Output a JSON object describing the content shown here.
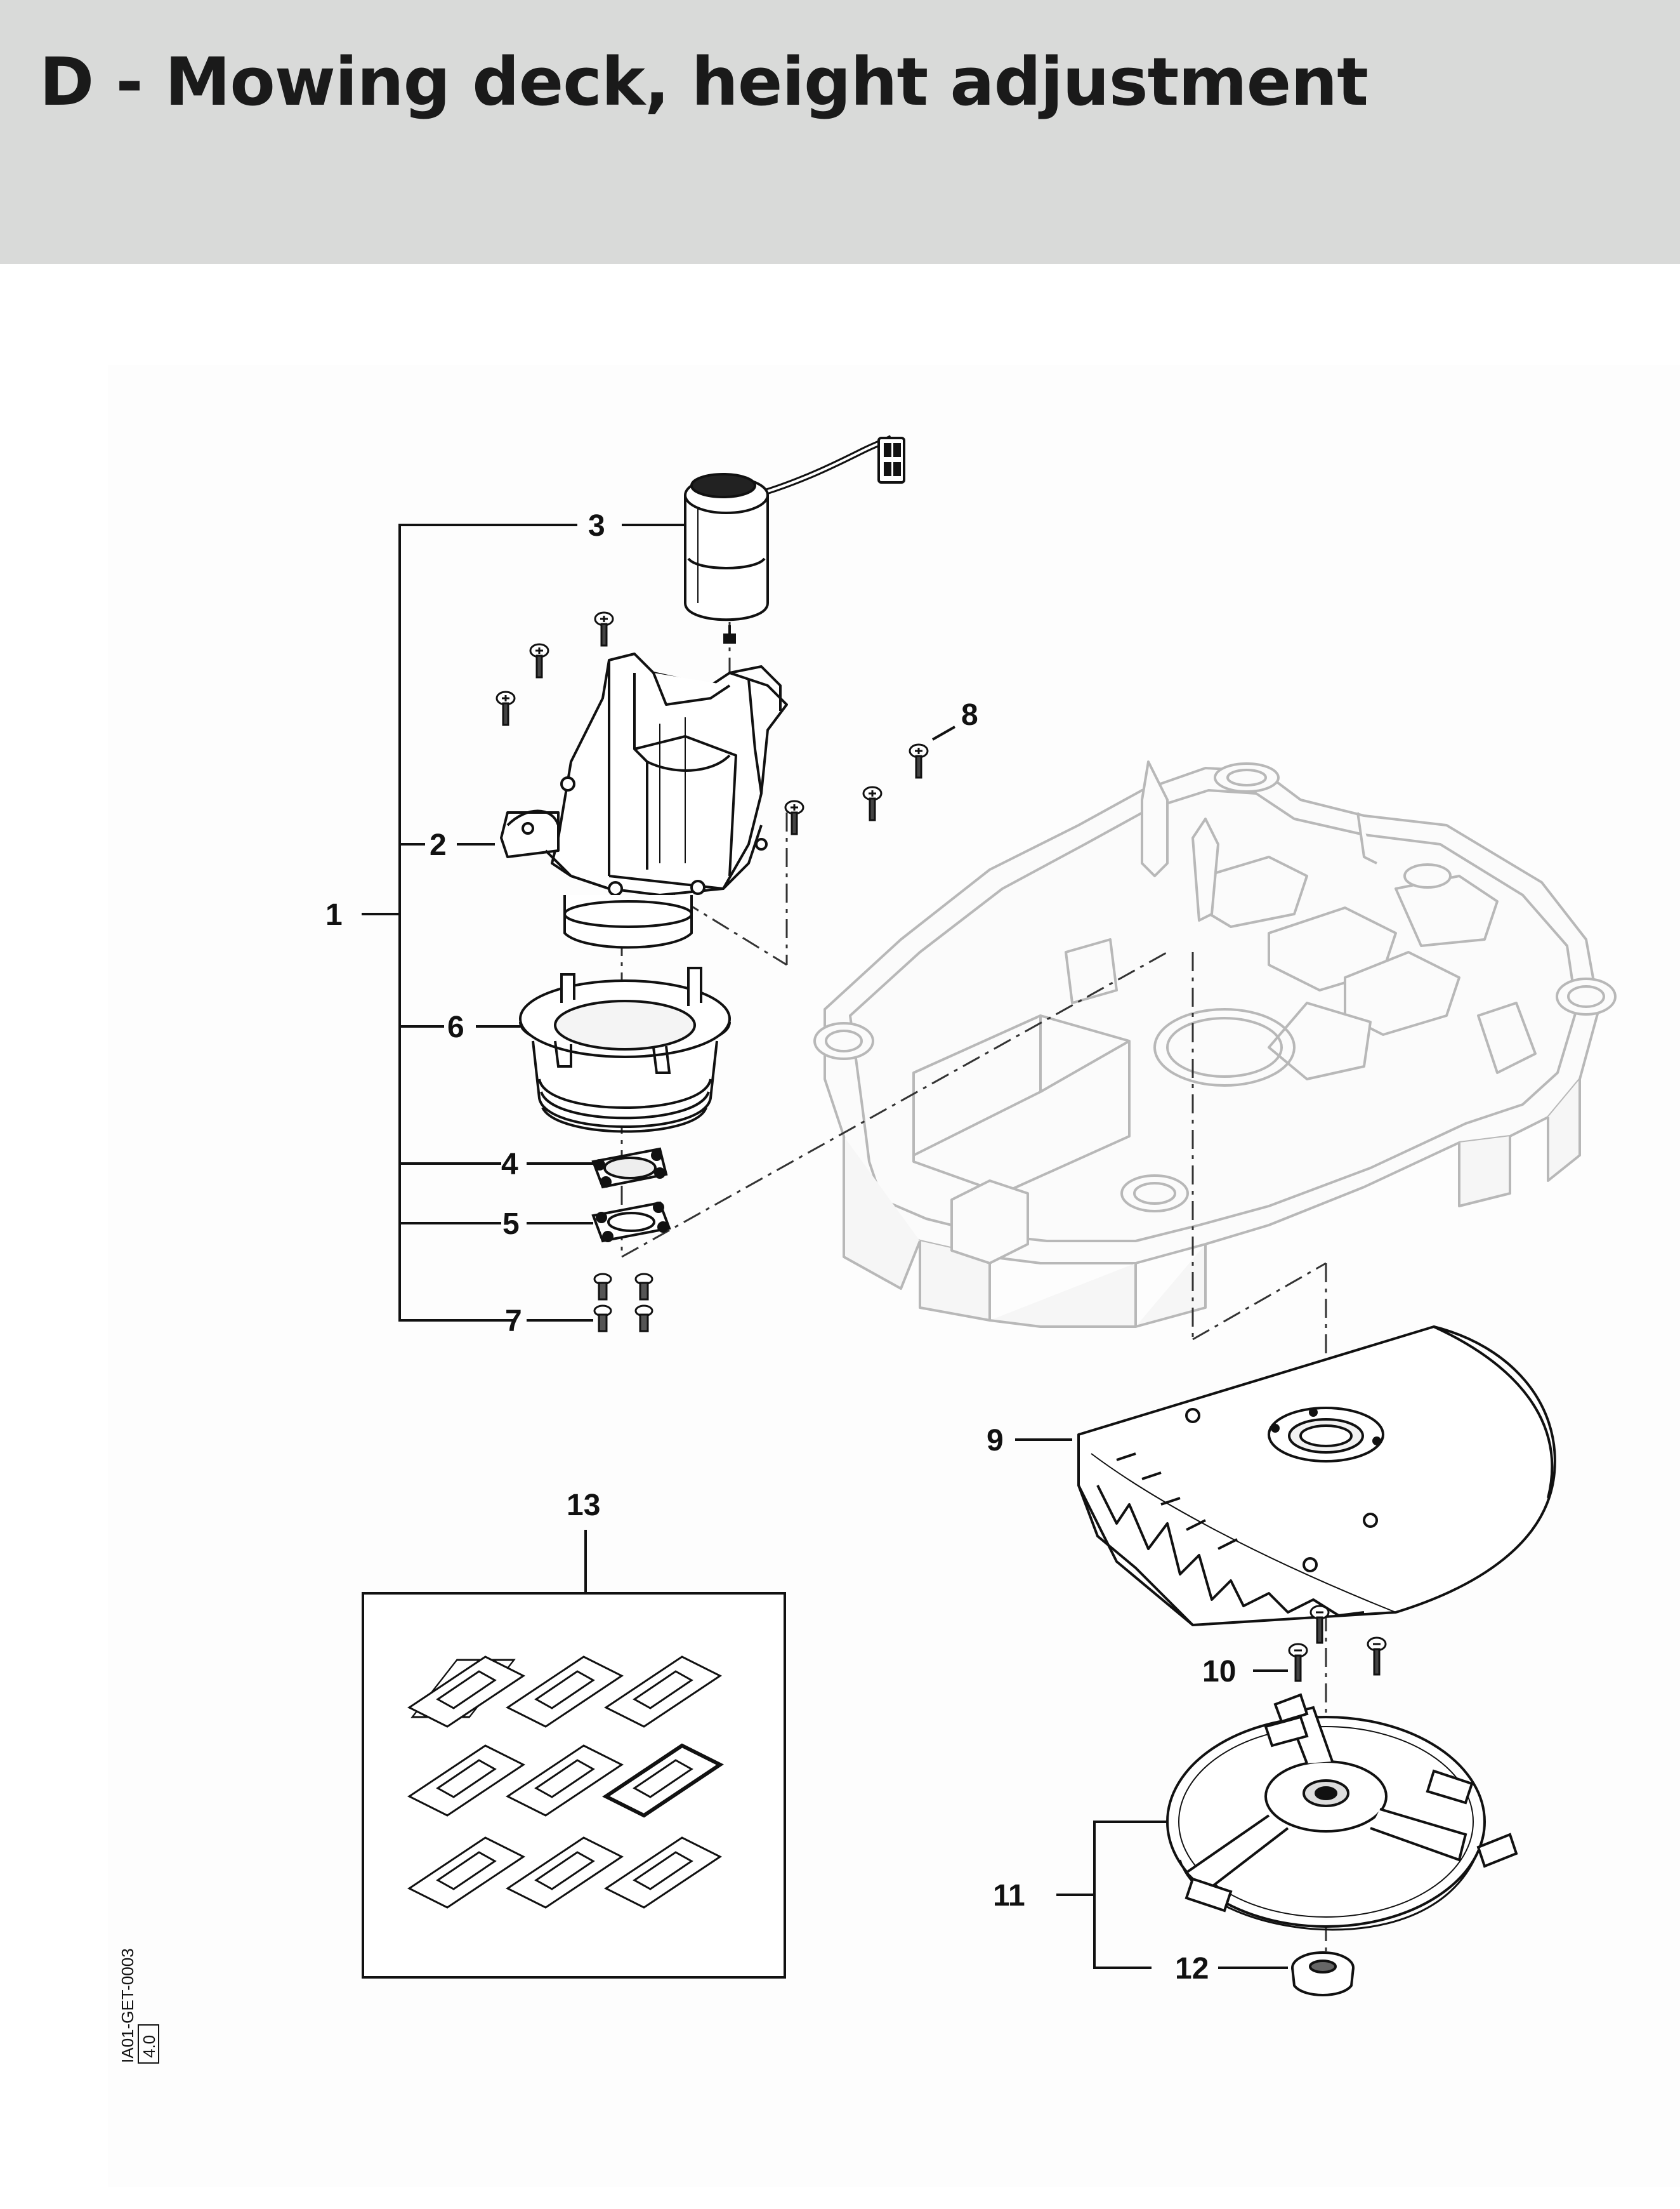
{
  "header": {
    "title": "D - Mowing deck, height adjustment"
  },
  "diagram": {
    "callouts": {
      "c1": "1",
      "c2": "2",
      "c3": "3",
      "c4": "4",
      "c5": "5",
      "c6": "6",
      "c7": "7",
      "c8": "8",
      "c9": "9",
      "c10": "10",
      "c11": "11",
      "c12": "12",
      "c13": "13"
    },
    "reference": {
      "code": "IA01-GET-0003",
      "version": "4.0"
    }
  }
}
